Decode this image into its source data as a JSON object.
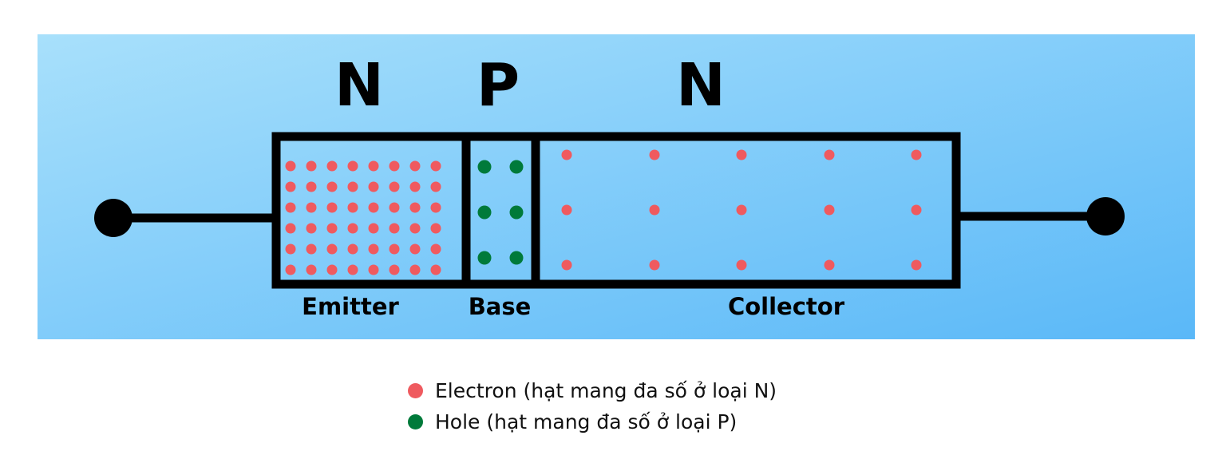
{
  "colors": {
    "background_start": "#a8e0fb",
    "background_end": "#5ab8f8",
    "electron": "#ef5a5f",
    "hole": "#007a3a",
    "outline": "#000000"
  },
  "regions": {
    "emitter": {
      "type_letter": "N",
      "label": "Emitter",
      "electron_rows": 6,
      "electron_cols": 8
    },
    "base": {
      "type_letter": "P",
      "label": "Base",
      "hole_rows": 3,
      "hole_cols": 2
    },
    "collector": {
      "type_letter": "N",
      "label": "Collector",
      "electron_rows": 3,
      "electron_cols": 5
    }
  },
  "legend": {
    "items": [
      {
        "label": "Electron (hạt mang đa số ở loại N)",
        "color": "#ef5a5f"
      },
      {
        "label": "Hole (hạt mang đa số ở loại P)",
        "color": "#007a3a"
      }
    ]
  }
}
